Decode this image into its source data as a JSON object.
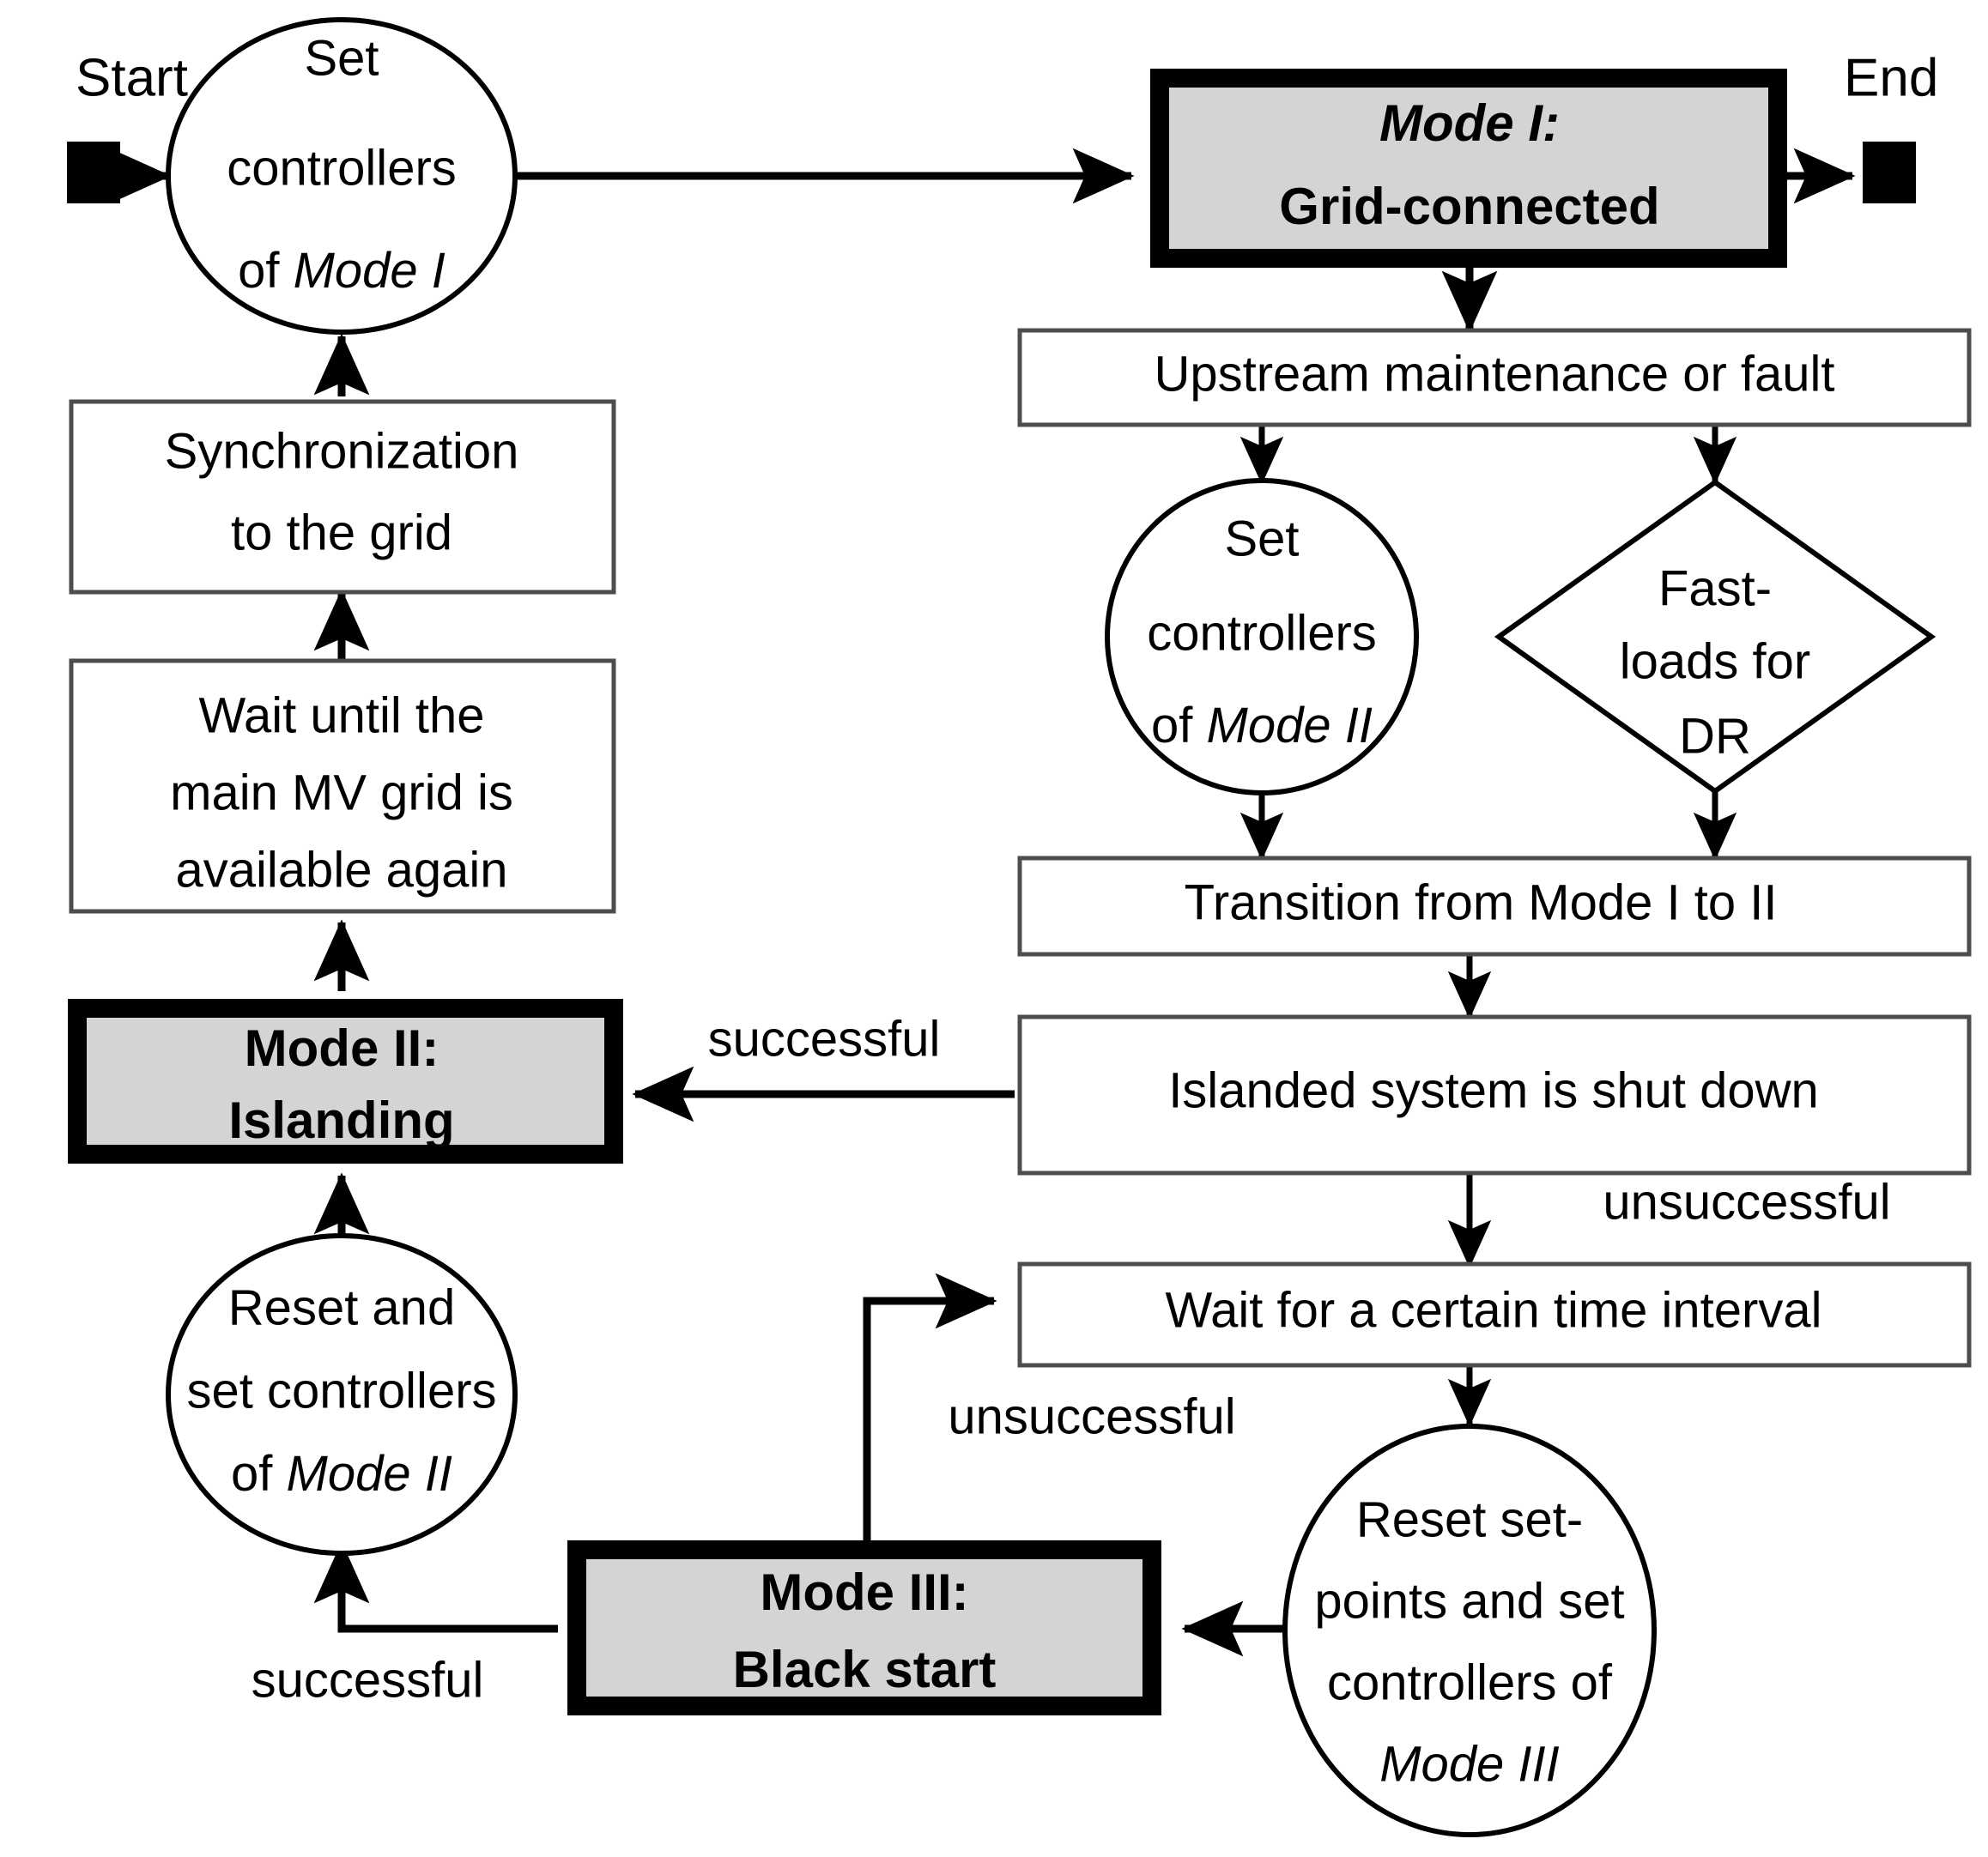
{
  "diagram": {
    "title": "Microgrid operation mode transition flowchart",
    "colors": {
      "mode_box_fill": "#d4d4d4",
      "mode_box_border": "#000000",
      "process_box_fill": "#ffffff",
      "process_box_border": "#4d4d4d",
      "line": "#000000",
      "background": "#ffffff"
    }
  },
  "terminators": {
    "start_label": "Start",
    "end_label": "End"
  },
  "nodes": {
    "set_controllers_mode1": {
      "lines": [
        "Set",
        "controllers",
        "of Mode I"
      ],
      "italic_line_prefix": "of ",
      "italic_part": "Mode I",
      "shape": "ellipse"
    },
    "mode1": {
      "line1": "Mode I:",
      "line2": "Grid-connected",
      "shape": "mode-box"
    },
    "upstream": {
      "text": "Upstream maintenance or fault",
      "shape": "rect"
    },
    "set_controllers_mode2": {
      "lines": [
        "Set",
        "controllers",
        "of Mode II"
      ],
      "italic_part": "Mode II",
      "shape": "ellipse"
    },
    "fast_loads": {
      "lines": [
        "Fast-",
        "loads for",
        "DR"
      ],
      "shape": "diamond"
    },
    "transition": {
      "text": "Transition from Mode I to II",
      "shape": "rect"
    },
    "islanded_shutdown": {
      "text": "Islanded system is shut down",
      "shape": "rect"
    },
    "wait_interval": {
      "text": "Wait for a certain time interval",
      "shape": "rect"
    },
    "reset_setpoints_mode3": {
      "lines": [
        "Reset set-",
        "points and set",
        "controllers of",
        "Mode III"
      ],
      "italic_part": "Mode III",
      "shape": "ellipse"
    },
    "mode3": {
      "line1": "Mode III:",
      "line2": "Black start",
      "shape": "mode-box"
    },
    "reset_set_controllers_mode2": {
      "lines": [
        "Reset and",
        "set controllers",
        "of Mode II"
      ],
      "italic_part": "Mode II",
      "shape": "ellipse"
    },
    "mode2": {
      "line1": "Mode II:",
      "line2": "Islanding",
      "shape": "mode-box"
    },
    "wait_mv_grid": {
      "lines": [
        "Wait until the",
        "main MV grid is",
        "available again"
      ],
      "shape": "rect"
    },
    "synchronization": {
      "lines": [
        "Synchronization",
        "to the grid"
      ],
      "shape": "rect"
    }
  },
  "edge_labels": {
    "successful_shutdown_to_mode2": "successful",
    "unsuccessful_shutdown_to_wait": "unsuccessful",
    "unsuccessful_mode3_to_wait": "unsuccessful",
    "successful_mode3_to_reset": "successful"
  }
}
